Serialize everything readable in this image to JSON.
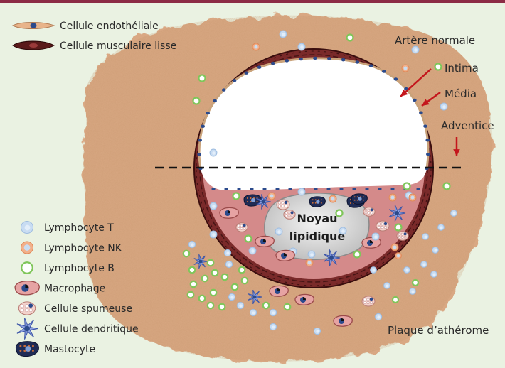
{
  "colors": {
    "top_bar": "#8c2b45",
    "background": "#eaf2e2",
    "adventitia": "#d9a883",
    "media_wall": "#7a2a2a",
    "intima": "#d48a8a",
    "lumen": "#ffffff",
    "arrow": "#c4161c",
    "nucleus": "#2b4a8c"
  },
  "legend_top": {
    "endothelial": "Cellule endothéliale",
    "smooth_muscle": "Cellule musculaire lisse"
  },
  "structure_labels": {
    "normal_artery": "Artère normale",
    "intima": "Intima",
    "media": "Média",
    "adventitia": "Adventice",
    "plaque": "Plaque d’athérome"
  },
  "core": {
    "line1": "Noyau",
    "line2": "lipidique"
  },
  "legend_cells": [
    {
      "label": "Lymphocyte T",
      "icon": "t-lymphocyte-icon"
    },
    {
      "label": "Lymphocyte NK",
      "icon": "nk-lymphocyte-icon"
    },
    {
      "label": "Lymphocyte B",
      "icon": "b-lymphocyte-icon"
    },
    {
      "label": "Macrophage",
      "icon": "macrophage-icon"
    },
    {
      "label": "Cellule spumeuse",
      "icon": "foam-cell-icon"
    },
    {
      "label": "Cellule dendritique",
      "icon": "dendritic-cell-icon"
    },
    {
      "label": "Mastocyte",
      "icon": "mast-cell-icon"
    }
  ]
}
